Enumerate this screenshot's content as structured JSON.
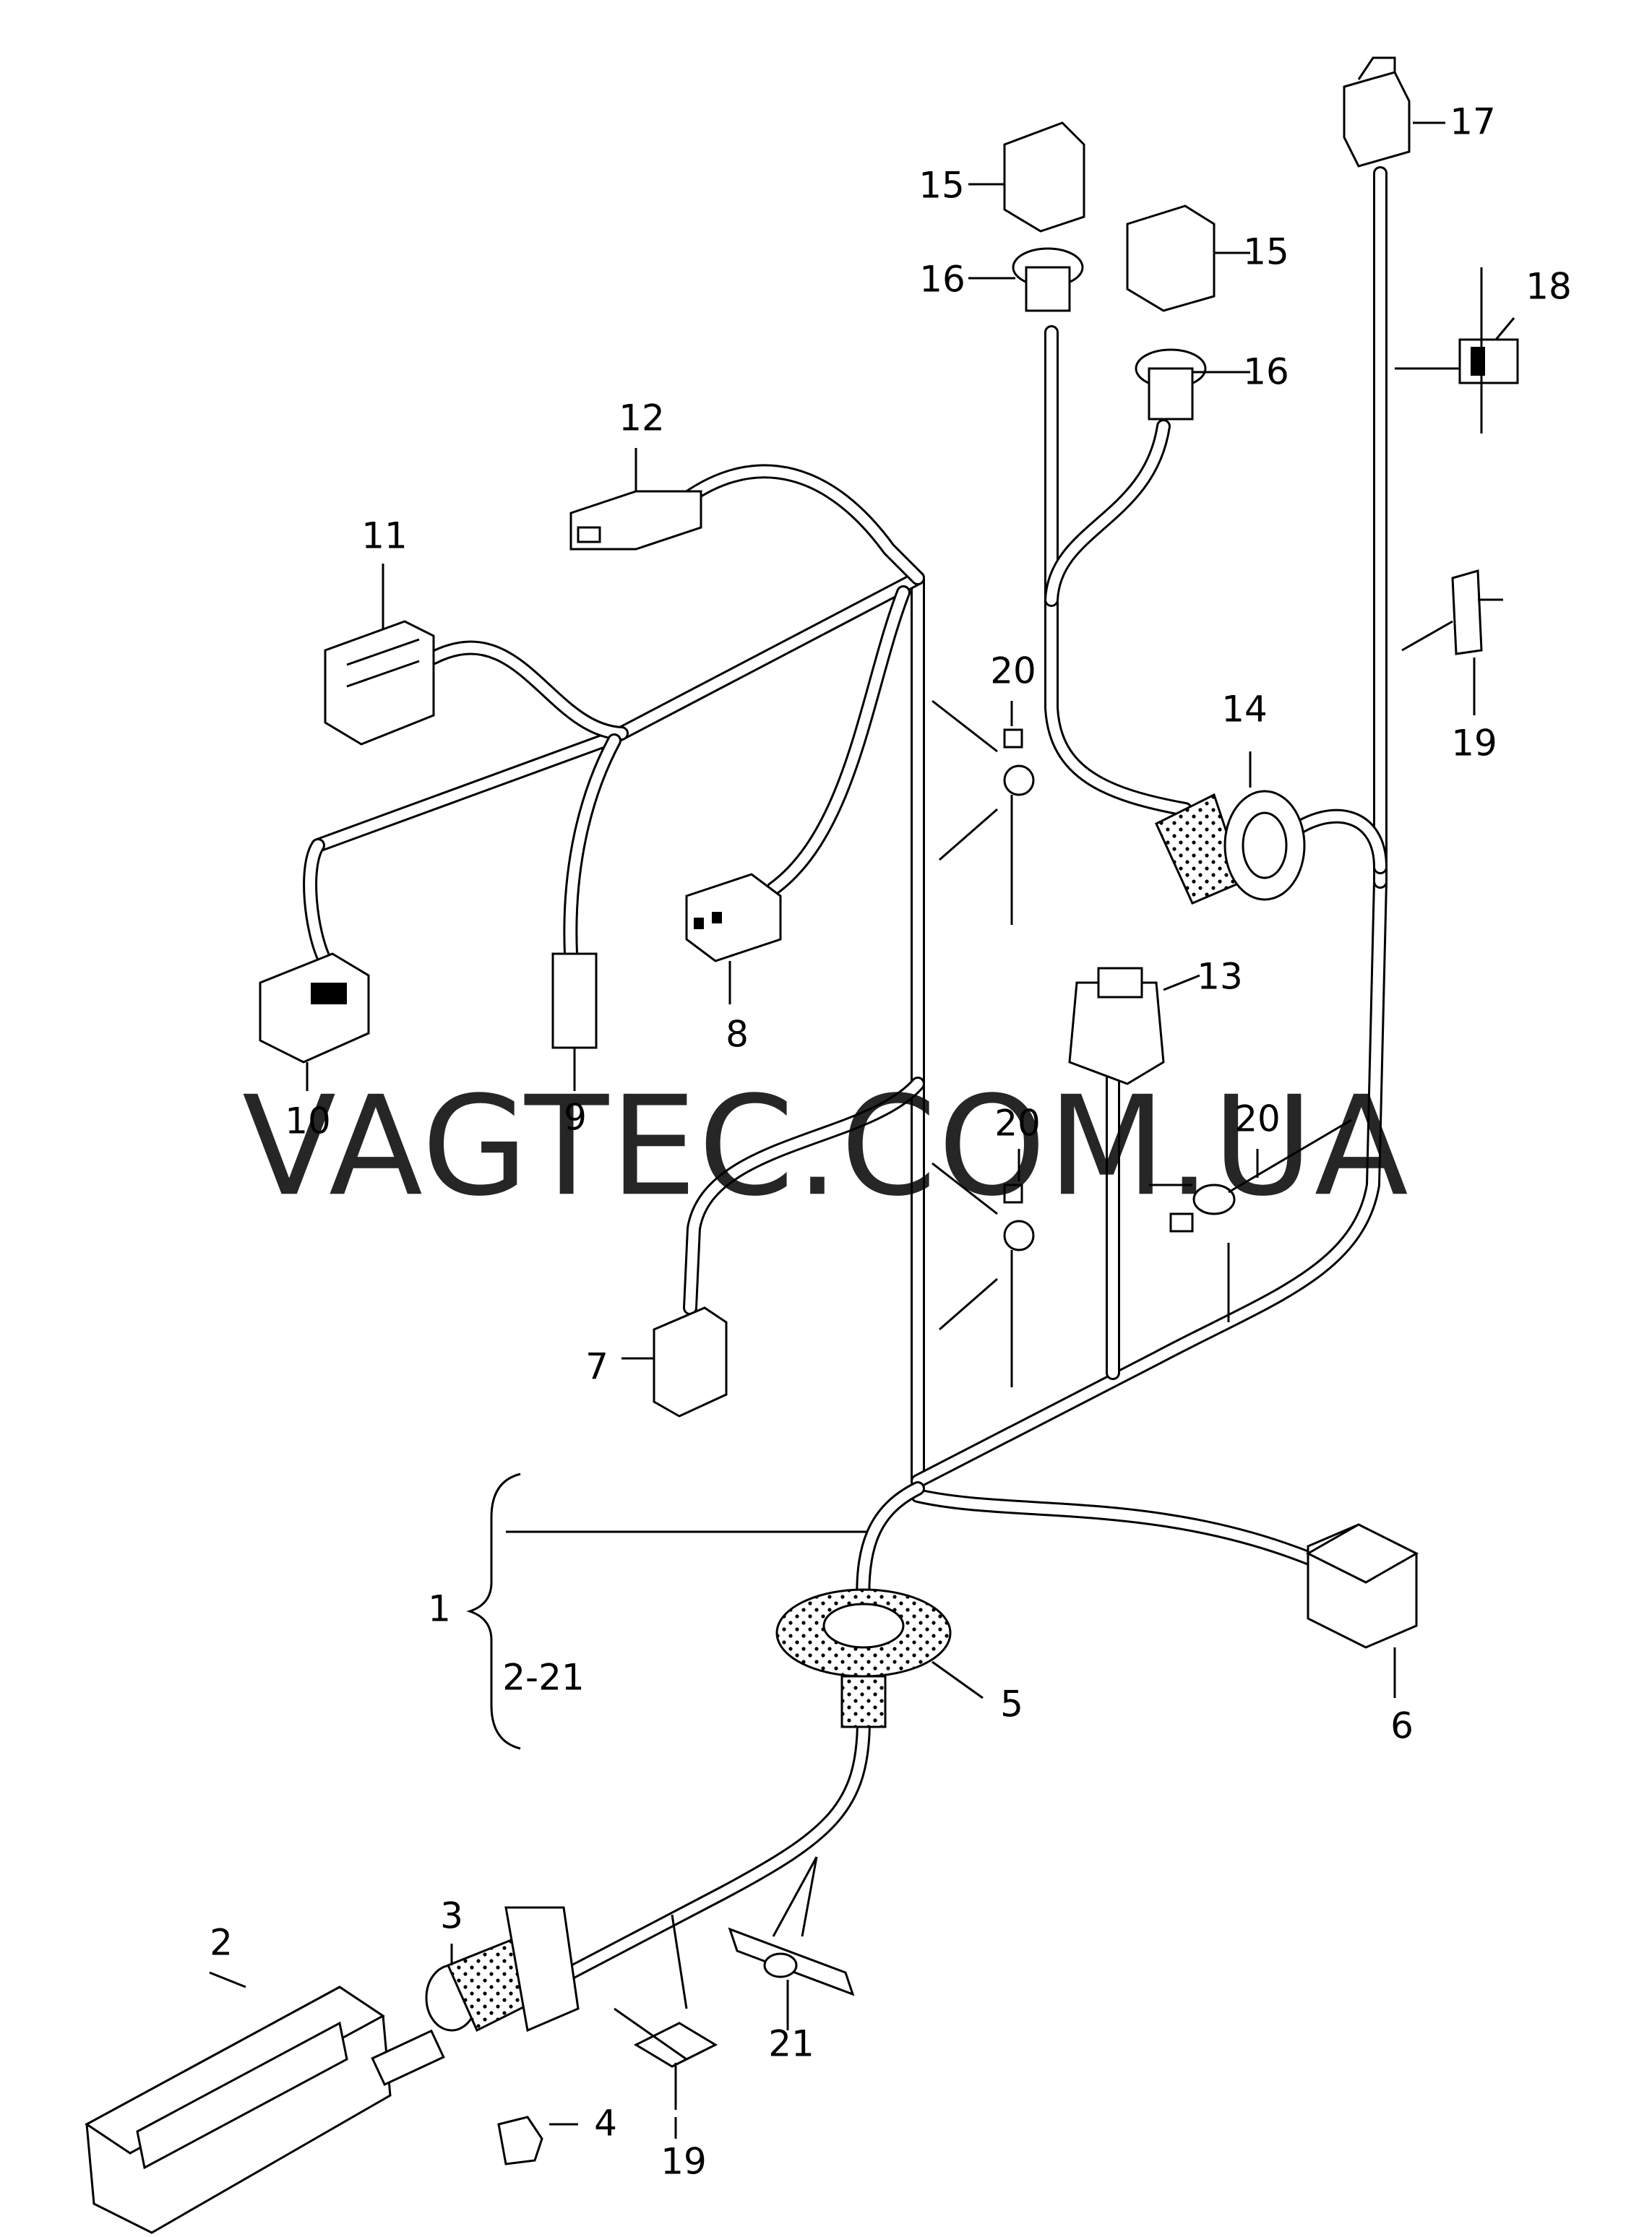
{
  "watermark": {
    "text": "VAGTEC.COM.UA",
    "color": "#f08080"
  },
  "callouts": {
    "c1": "1",
    "c2_21": "2-21",
    "c2": "2",
    "c3": "3",
    "c4": "4",
    "c5": "5",
    "c6": "6",
    "c7": "7",
    "c8": "8",
    "c9": "9",
    "c10": "10",
    "c11": "11",
    "c12": "12",
    "c13": "13",
    "c14": "14",
    "c15a": "15",
    "c15b": "15",
    "c16a": "16",
    "c16b": "16",
    "c17": "17",
    "c18": "18",
    "c19a": "19",
    "c19b": "19",
    "c20a": "20",
    "c20b": "20",
    "c20c": "20",
    "c21": "21"
  },
  "colors": {
    "line": "#000000",
    "background": "#ffffff"
  }
}
